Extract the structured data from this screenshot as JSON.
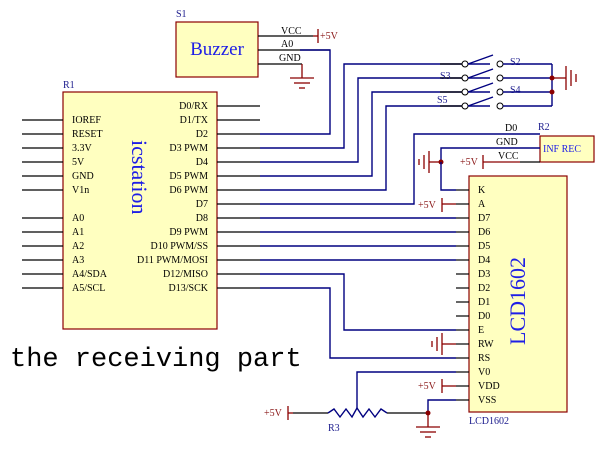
{
  "caption": "the receiving part",
  "power_label": "+5V",
  "buzzer": {
    "ref": "S1",
    "name": "Buzzer",
    "pins": [
      "VCC",
      "A0",
      "GND"
    ]
  },
  "arduino": {
    "ref": "R1",
    "name": "icstation",
    "left_pins": [
      "IOREF",
      "RESET",
      "3.3V",
      "5V",
      "GND",
      "V1n",
      "A0",
      "A1",
      "A2",
      "A3",
      "A4/SDA",
      "A5/SCL"
    ],
    "right_pins": [
      "D0/RX",
      "D1/TX",
      "D2",
      "D3 PWM",
      "D4",
      "D5 PWM",
      "D6 PWM",
      "D7",
      "D8",
      "D9 PWM",
      "D10 PWM/SS",
      "D11 PWM/MOSI",
      "D12/MISO",
      "D13/SCK"
    ]
  },
  "switches": [
    "S2",
    "S3",
    "S4",
    "S5"
  ],
  "ir_receiver": {
    "ref": "R2",
    "name": "INF REC",
    "pins": [
      "D0",
      "GND",
      "VCC"
    ]
  },
  "lcd": {
    "ref": "LCD1602",
    "name": "LCD1602",
    "pins": [
      "K",
      "A",
      "D7",
      "D6",
      "D5",
      "D4",
      "D3",
      "D2",
      "D1",
      "D0",
      "E",
      "RW",
      "RS",
      "V0",
      "VDD",
      "VSS"
    ]
  },
  "potentiometer": {
    "ref": "R3"
  }
}
